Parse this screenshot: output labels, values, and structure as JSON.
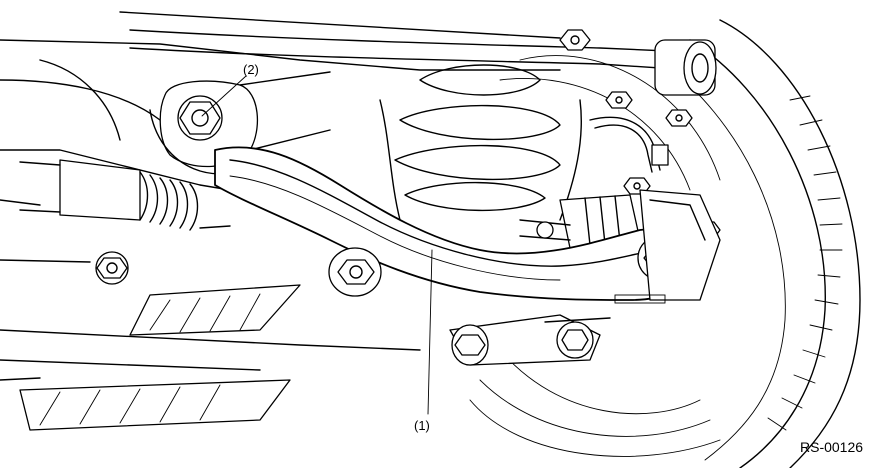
{
  "callouts": {
    "lateral_link": "(1)",
    "bolt": "(2)"
  },
  "figure_code": "RS-00126",
  "colors": {
    "line": "#000000",
    "background": "#ffffff"
  }
}
